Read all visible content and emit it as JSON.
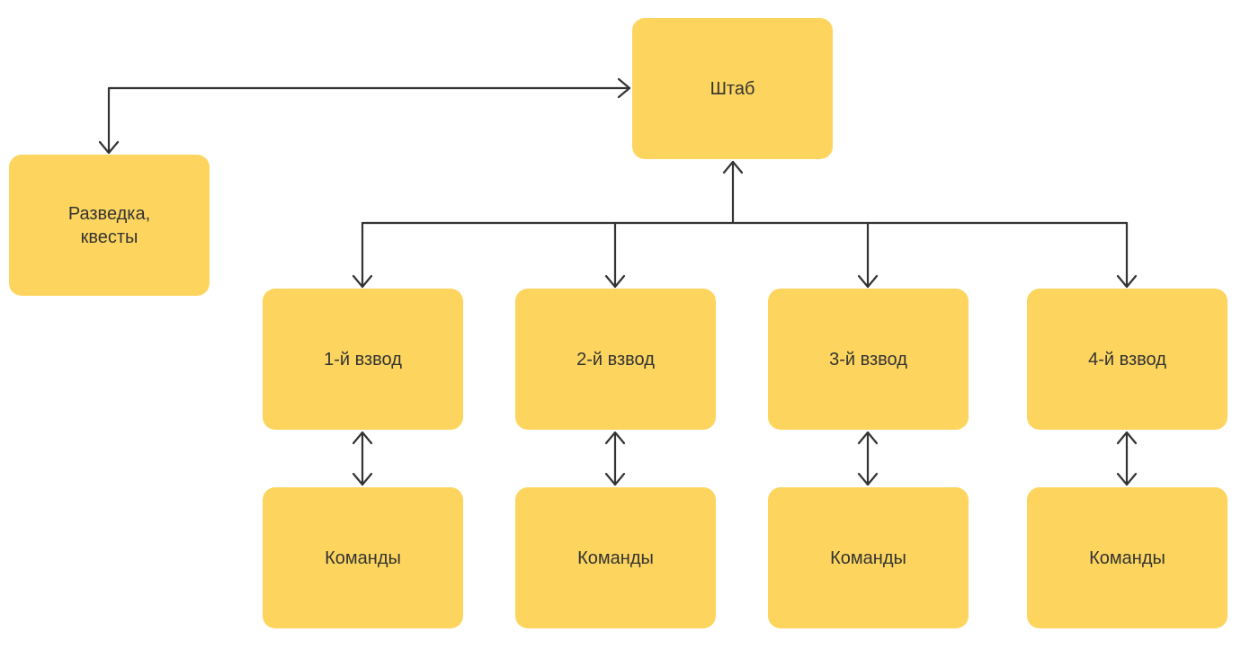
{
  "diagram": {
    "hq": {
      "label": "Штаб"
    },
    "recon": {
      "label": "Разведка,\nквесты"
    },
    "platoons": [
      {
        "label": "1-й взвод"
      },
      {
        "label": "2-й взвод"
      },
      {
        "label": "3-й взвод"
      },
      {
        "label": "4-й взвод"
      }
    ],
    "teams": [
      {
        "label": "Команды"
      },
      {
        "label": "Команды"
      },
      {
        "label": "Команды"
      },
      {
        "label": "Команды"
      }
    ],
    "colors": {
      "node_fill": "#fdd55e",
      "text": "#333333",
      "connector": "#333333"
    },
    "edges": [
      {
        "from": "hq",
        "to": "recon",
        "direction": "both"
      },
      {
        "from": "hq",
        "to": "platoon-1",
        "direction": "both"
      },
      {
        "from": "hq",
        "to": "platoon-2",
        "direction": "both"
      },
      {
        "from": "hq",
        "to": "platoon-3",
        "direction": "both"
      },
      {
        "from": "hq",
        "to": "platoon-4",
        "direction": "both"
      },
      {
        "from": "platoon-1",
        "to": "teams-1",
        "direction": "both"
      },
      {
        "from": "platoon-2",
        "to": "teams-2",
        "direction": "both"
      },
      {
        "from": "platoon-3",
        "to": "teams-3",
        "direction": "both"
      },
      {
        "from": "platoon-4",
        "to": "teams-4",
        "direction": "both"
      }
    ]
  }
}
